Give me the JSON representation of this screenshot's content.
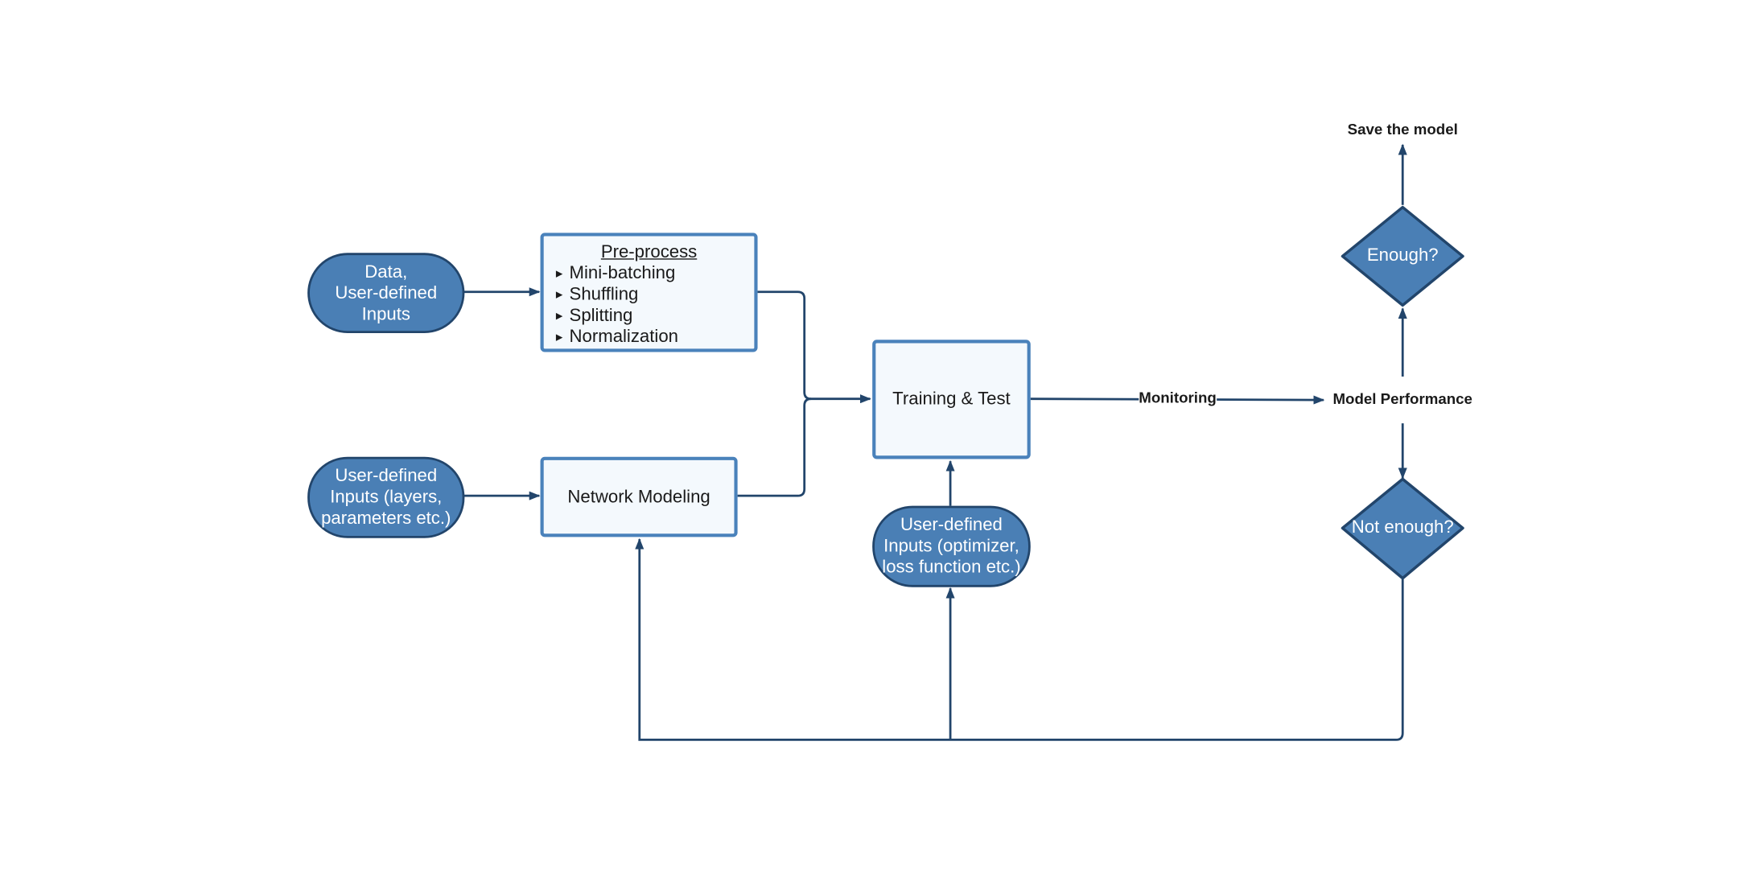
{
  "nodes": {
    "data_inputs": {
      "lines": [
        "Data,",
        "User-defined",
        "Inputs"
      ]
    },
    "preprocess": {
      "title": "Pre-process",
      "items": [
        "Mini-batching",
        "Shuffling",
        "Splitting",
        "Normalization"
      ]
    },
    "user_inputs_layers": {
      "lines": [
        "User-defined",
        "Inputs (layers,",
        "parameters etc.)"
      ]
    },
    "network_modeling": {
      "label": "Network Modeling"
    },
    "training_test": {
      "label": "Training & Test"
    },
    "user_inputs_optimizer": {
      "lines": [
        "User-defined",
        "Inputs (optimizer,",
        "loss function etc.)"
      ]
    },
    "model_performance": {
      "label": "Model Performance"
    },
    "enough": {
      "label": "Enough?"
    },
    "not_enough": {
      "label": "Not enough?"
    },
    "save_model": {
      "label": "Save the model"
    }
  },
  "edges": {
    "monitoring": {
      "label": "Monitoring"
    }
  },
  "colors": {
    "terminal_fill": "#4a7fb5",
    "terminal_border": "#22456b",
    "process_fill": "#f4f9fd",
    "process_border": "#4a82bb",
    "connector": "#22456b"
  }
}
